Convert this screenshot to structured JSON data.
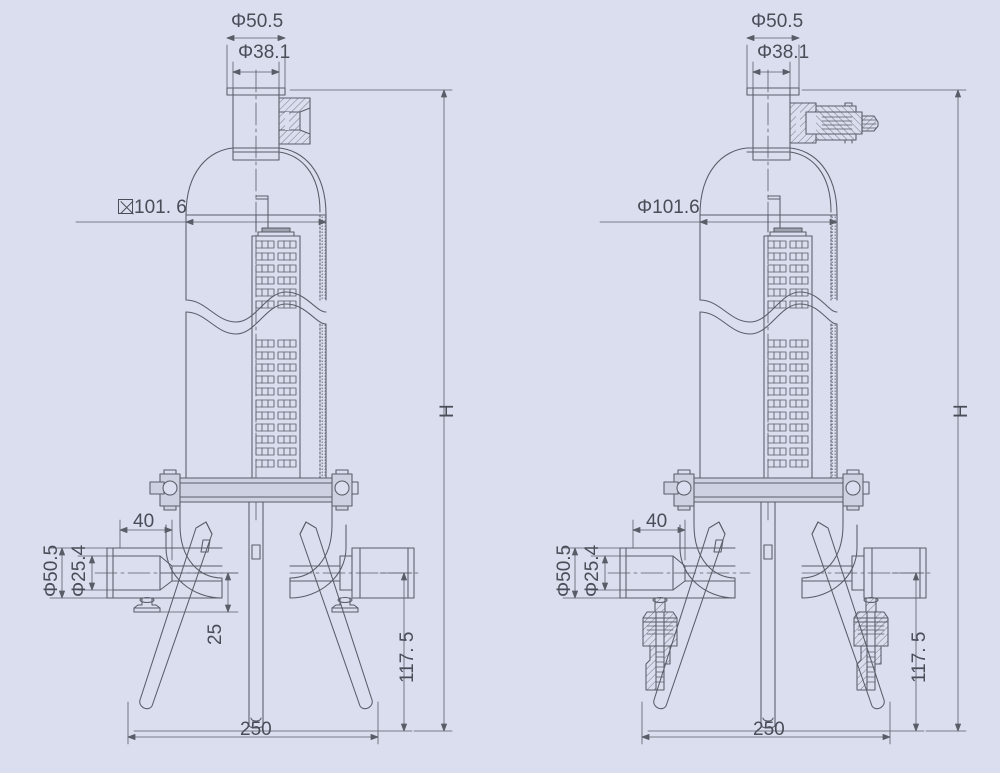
{
  "drawing": {
    "background_color": "#dadeef",
    "line_color": "#5a5d68",
    "text_color": "#4a4d57",
    "title": "Sanitary Filter Housing Assembly Drawing",
    "views": 2
  },
  "left_view": {
    "name": "outline-view",
    "dimensions": {
      "top_flange_od": "Φ50.5",
      "top_neck_id": "Φ38.1",
      "body_diameter_value": "101. 6",
      "body_diameter_symbol": "box-cross-phi-icon",
      "overall_height": "H",
      "outlet_flange_od": "Φ50.5",
      "outlet_pipe_id": "Φ25.4",
      "nozzle_projection": "40",
      "drain_offset": "25",
      "outlet_centre_height": "117. 5",
      "base_span": "250"
    }
  },
  "right_view": {
    "name": "section-view",
    "dimensions": {
      "top_flange_od": "Φ50.5",
      "top_neck_id": "Φ38.1",
      "body_diameter": "Φ101.6",
      "overall_height": "H",
      "outlet_flange_od": "Φ50.5",
      "outlet_pipe_id": "Φ25.4",
      "nozzle_projection": "40",
      "outlet_centre_height": "117. 5",
      "base_span": "250"
    }
  },
  "components": {
    "vent_port": "vent-port-icon",
    "hose_barb": "hose-barb-fitting-icon",
    "filter_element": "filter-element-icon",
    "clamp_flange": "clamp-flange-icon",
    "drain_valve": "drain-valve-icon",
    "tripod_leg": "tripod-leg-icon",
    "break_line": "break-line-icon"
  }
}
